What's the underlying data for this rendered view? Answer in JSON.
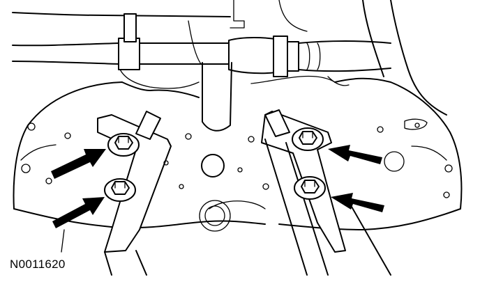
{
  "figure_code": "N0011620",
  "callouts": [
    {
      "name": "arrow-upper-left-bolt"
    },
    {
      "name": "arrow-lower-left-bolt"
    },
    {
      "name": "arrow-upper-right-bolt"
    },
    {
      "name": "arrow-lower-right-bolt"
    }
  ],
  "colors": {
    "line": "#000000",
    "background": "#ffffff"
  }
}
